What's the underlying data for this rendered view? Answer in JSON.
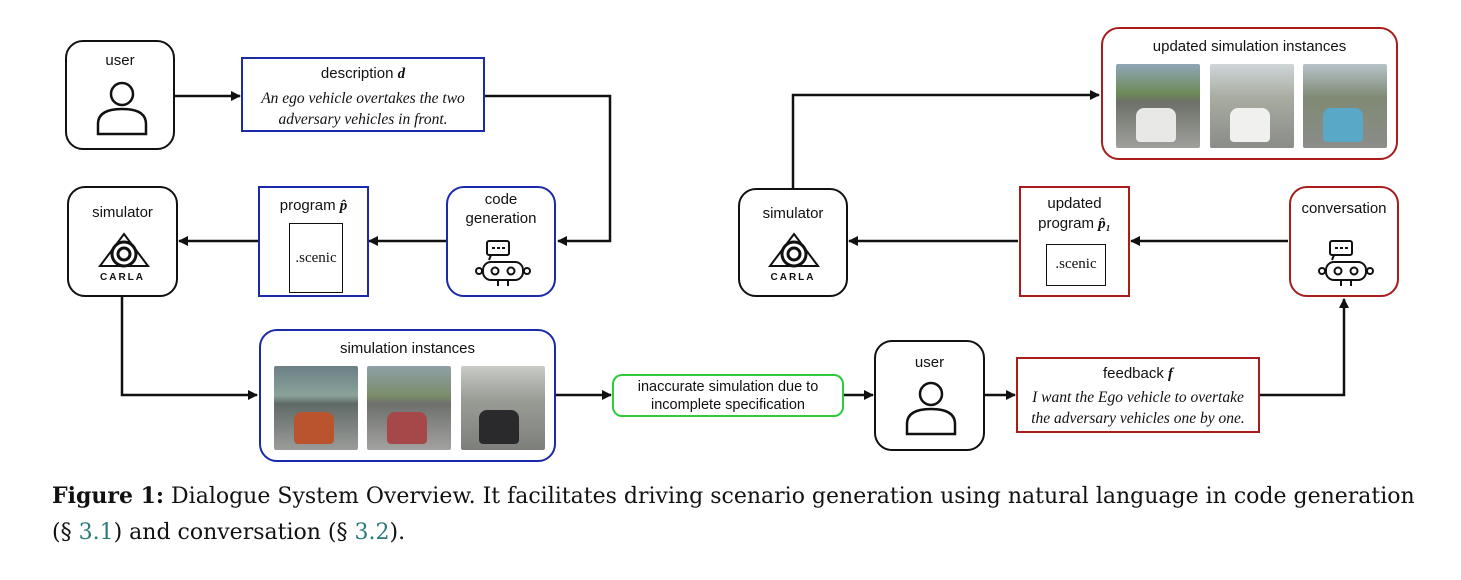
{
  "left_panel": {
    "user_label": "user",
    "description_title": "description",
    "description_symbol": "d",
    "description_text": "An ego vehicle overtakes the two adversary vehicles in front.",
    "code_generation_label": "code generation",
    "program_title": "program",
    "program_symbol": "p̂",
    "program_file": ".scenic",
    "simulator_label": "simulator",
    "carla_text": "CARLA",
    "simulation_instances_label": "simulation instances"
  },
  "middle": {
    "inaccurate_label": "inaccurate simulation due to incomplete specification",
    "user_label": "user",
    "feedback_title": "feedback",
    "feedback_symbol": "f",
    "feedback_text": "I want the Ego vehicle to overtake the adversary vehicles one by one."
  },
  "right_panel": {
    "updated_instances_label": "updated simulation instances",
    "simulator_label": "simulator",
    "carla_text": "CARLA",
    "updated_program_title": "updated program",
    "updated_program_symbol": "p̂₁",
    "updated_program_file": ".scenic",
    "conversation_label": "conversation"
  },
  "caption": {
    "figure_label": "Figure 1:",
    "text_part1": "Dialogue System Overview. It facilitates driving scenario generation using natural language in code generation (§ ",
    "ref1": "3.1",
    "text_part2": ") and conversation (§ ",
    "ref2": "3.2",
    "text_part3": ")."
  },
  "colors": {
    "blue": "#1b2aa8",
    "red": "#a81c1c",
    "green": "#2ecc3a",
    "black": "#111111"
  }
}
